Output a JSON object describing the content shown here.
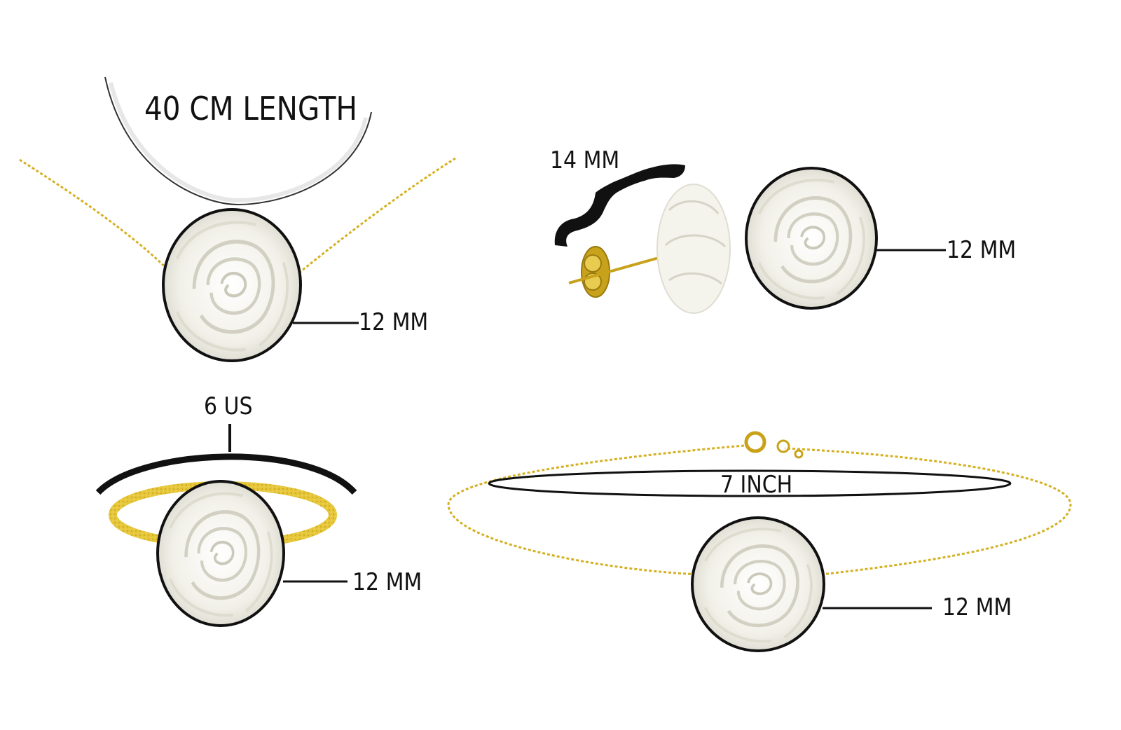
{
  "necklace": {
    "length_label": "40 CM LENGTH",
    "pendant_size_label": "12 MM"
  },
  "earrings": {
    "stud_size_label": "14 MM",
    "rose_size_label": "12 MM"
  },
  "ring": {
    "size_label": "6 US",
    "rose_size_label": "12 MM"
  },
  "bracelet": {
    "length_label": "7 INCH",
    "rose_size_label": "12 MM"
  },
  "colors": {
    "gold": "#d4b020",
    "outline": "#111111",
    "rose": "#f3f2ea",
    "rose_shade": "#d8d6c8"
  }
}
